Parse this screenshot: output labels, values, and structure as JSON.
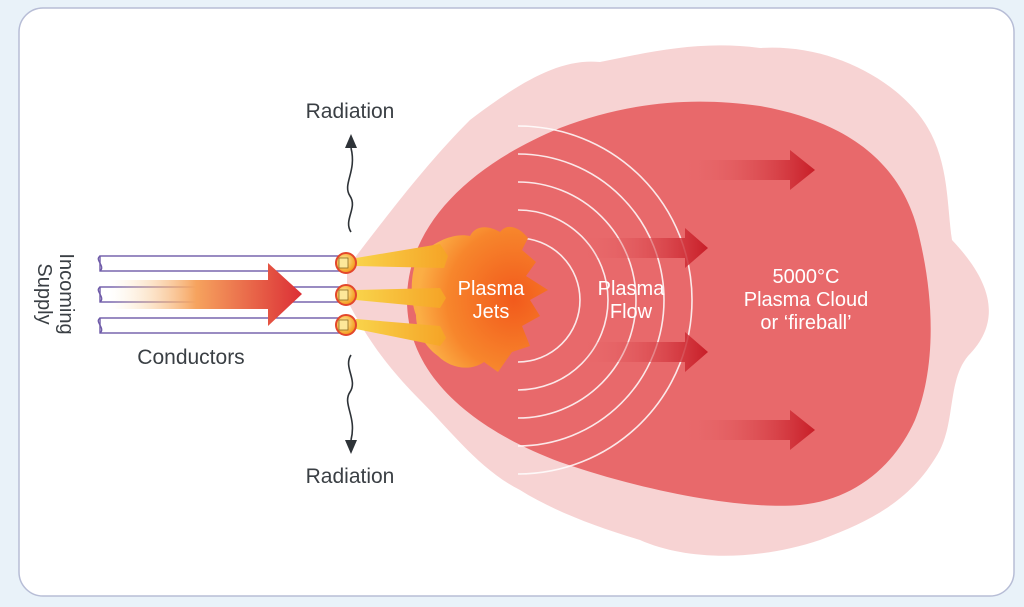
{
  "labels": {
    "radiation_top": "Radiation",
    "radiation_bottom": "Radiation",
    "incoming_line1": "Incoming",
    "incoming_line2": "Supply",
    "conductors": "Conductors",
    "plasma_jets_line1": "Plasma",
    "plasma_jets_line2": "Jets",
    "plasma_flow_line1": "Plasma",
    "plasma_flow_line2": "Flow",
    "cloud_line1": "5000°C",
    "cloud_line2": "Plasma Cloud",
    "cloud_line3": "or ‘fireball’"
  },
  "colors": {
    "page_bg": "#e9f2f9",
    "card_bg": "#ffffff",
    "card_border": "#b7bdd6",
    "halo": "#f7d3d3",
    "cloud": "#e8696b",
    "flame_core": "#f57a22",
    "flame_edge": "#fa9e3a",
    "jet": "#f7c938",
    "arrow_red": "#c81e28",
    "conductor_line": "#6e5aa8",
    "text_dark": "#3a3f44",
    "text_light": "#ffffff"
  }
}
